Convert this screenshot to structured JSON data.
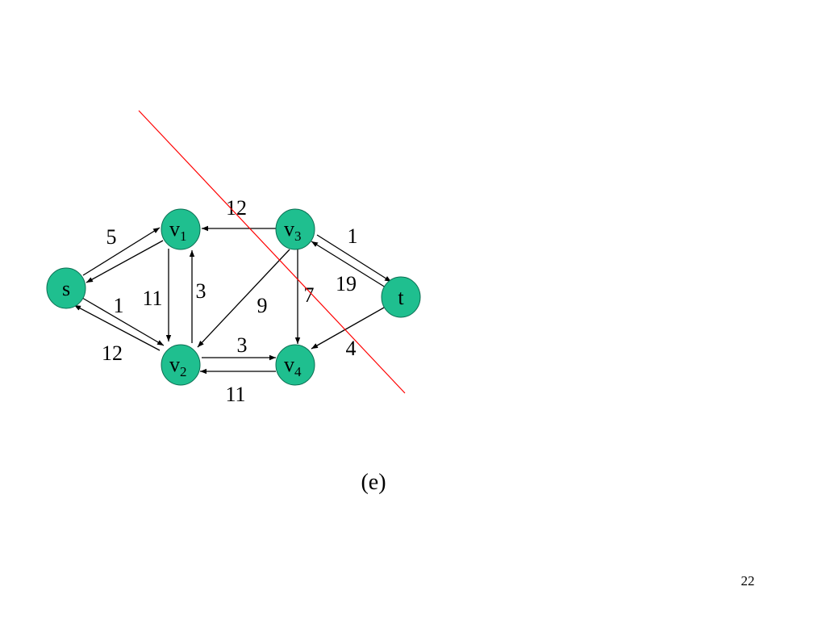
{
  "diagram": {
    "nodes": [
      {
        "id": "s",
        "label": "s",
        "sub": ""
      },
      {
        "id": "v1",
        "label": "v",
        "sub": "1"
      },
      {
        "id": "v2",
        "label": "v",
        "sub": "2"
      },
      {
        "id": "v3",
        "label": "v",
        "sub": "3"
      },
      {
        "id": "v4",
        "label": "v",
        "sub": "4"
      },
      {
        "id": "t",
        "label": "t",
        "sub": ""
      }
    ],
    "edges": [
      {
        "from": "s",
        "to": "v1",
        "weight": "5"
      },
      {
        "from": "v1",
        "to": "s",
        "weight": ""
      },
      {
        "from": "s",
        "to": "v2",
        "weight": "1"
      },
      {
        "from": "v2",
        "to": "s",
        "weight": "12"
      },
      {
        "from": "v1",
        "to": "v2",
        "weight": "11"
      },
      {
        "from": "v2",
        "to": "v1",
        "weight": "3"
      },
      {
        "from": "v3",
        "to": "v1",
        "weight": "12"
      },
      {
        "from": "v3",
        "to": "v2",
        "weight": "9"
      },
      {
        "from": "v3",
        "to": "v4",
        "weight": "7"
      },
      {
        "from": "v2",
        "to": "v4",
        "weight": "3"
      },
      {
        "from": "v4",
        "to": "v2",
        "weight": "11"
      },
      {
        "from": "v3",
        "to": "t",
        "weight": "1"
      },
      {
        "from": "t",
        "to": "v3",
        "weight": "19"
      },
      {
        "from": "t",
        "to": "v4",
        "weight": "4"
      }
    ],
    "caption": "(e)"
  },
  "colors": {
    "node": "#1fbf8f",
    "cut_line": "#ff0000"
  },
  "page_number": "22"
}
